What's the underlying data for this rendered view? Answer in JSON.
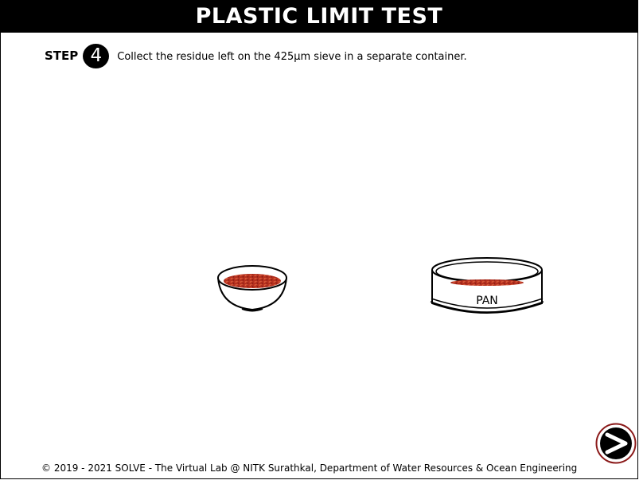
{
  "header": {
    "title": "PLASTIC LIMIT TEST"
  },
  "step": {
    "label": "STEP",
    "number": "4",
    "instruction": "Collect the residue left on the 425µm sieve in a separate container."
  },
  "scene": {
    "bowl_icon": "soil-bowl-icon",
    "pan_icon": "sieve-pan-icon",
    "pan_label": "PAN",
    "soil_color": "#b5301f"
  },
  "footer": {
    "copyright": "© 2019 - 2021 SOLVE - The Virtual Lab @ NITK Surathkal, Department of Water Resources & Ocean Engineering"
  },
  "navigation": {
    "next_icon": "next-arrow-icon",
    "accent_color": "#8b1a1a"
  }
}
